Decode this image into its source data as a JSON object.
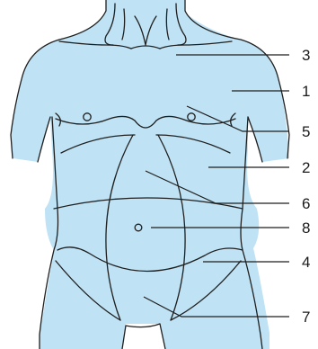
{
  "diagram": {
    "colors": {
      "skin": "#bfe2f4",
      "line": "#1f1f1f",
      "background": "#ffffff"
    },
    "labels": [
      {
        "id": "3",
        "text": "3"
      },
      {
        "id": "1",
        "text": "1"
      },
      {
        "id": "5",
        "text": "5"
      },
      {
        "id": "2",
        "text": "2"
      },
      {
        "id": "6",
        "text": "6"
      },
      {
        "id": "8",
        "text": "8"
      },
      {
        "id": "4",
        "text": "4"
      },
      {
        "id": "7",
        "text": "7"
      }
    ]
  }
}
